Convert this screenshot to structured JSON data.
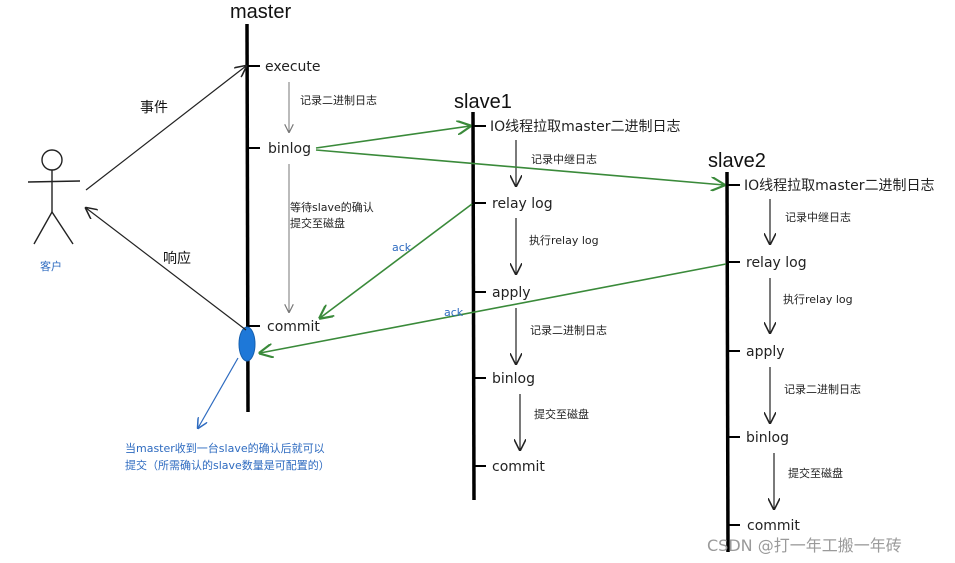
{
  "master": {
    "title": "master",
    "steps": {
      "execute": "execute",
      "binlog": "binlog",
      "commit": "commit"
    },
    "notes": {
      "record_binlog": "记录二进制日志",
      "wait_line1": "等待slave的确认",
      "wait_line2": "提交至磁盘"
    }
  },
  "client": {
    "label": "客户",
    "event": "事件",
    "response": "响应"
  },
  "slave1": {
    "title": "slave1",
    "steps": {
      "io": "IO线程拉取master二进制日志",
      "relay": "relay log",
      "apply": "apply",
      "binlog": "binlog",
      "commit": "commit"
    },
    "notes": {
      "record_relay": "记录中继日志",
      "exec_relay": "执行relay log",
      "record_binlog": "记录二进制日志",
      "commit_disk": "提交至磁盘"
    }
  },
  "slave2": {
    "title": "slave2",
    "steps": {
      "io": "IO线程拉取master二进制日志",
      "relay": "relay log",
      "apply": "apply",
      "binlog": "binlog",
      "commit": "commit"
    },
    "notes": {
      "record_relay": "记录中继日志",
      "exec_relay": "执行relay log",
      "record_binlog": "记录二进制日志",
      "commit_disk": "提交至磁盘"
    }
  },
  "ack": {
    "ack1": "ack",
    "ack2": "ack"
  },
  "annotation": {
    "line1": "当master收到一台slave的确认后就可以",
    "line2": "提交（所需确认的slave数量是可配置的）"
  },
  "watermark": "CSDN @打一年工搬一年砖",
  "colors": {
    "green_arrow": "#3a8a3a",
    "blue_note": "#2e6bc0",
    "ellipse": "#1e78d8"
  }
}
